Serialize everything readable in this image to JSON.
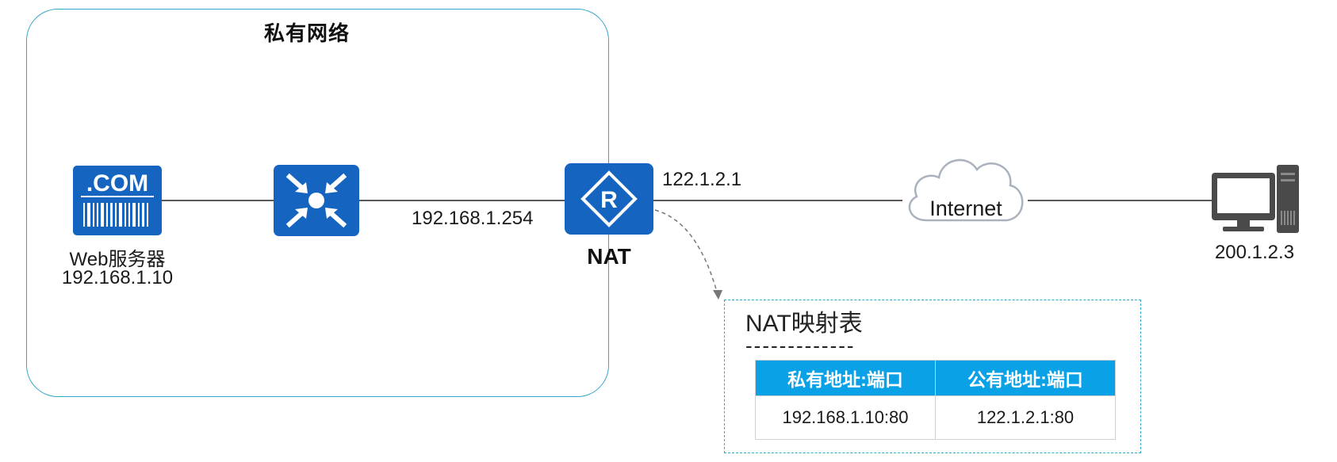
{
  "private_network": {
    "title": "私有网络"
  },
  "web_server": {
    "icon_text": ".COM",
    "name": "Web服务器",
    "ip": "192.168.1.10"
  },
  "nat_router": {
    "icon_text": "R",
    "name": "NAT",
    "inside_ip": "192.168.1.254",
    "outside_ip": "122.1.2.1"
  },
  "internet": {
    "label": "Internet"
  },
  "client": {
    "ip": "200.1.2.3"
  },
  "nat_table": {
    "title": "NAT映射表",
    "rule": "-------------",
    "headers": [
      "私有地址:端口",
      "公有地址:端口"
    ],
    "rows": [
      [
        "192.168.1.10:80",
        "122.1.2.1:80"
      ]
    ]
  },
  "colors": {
    "device_blue": "#1565c0",
    "border_teal": "#35a7c9",
    "header_blue": "#0aa1e6",
    "cloud_gray": "#aab3bd",
    "pc_gray": "#4a4a4a"
  },
  "icons": {
    "web_server": "web-server-icon",
    "switch": "layer3-switch-icon",
    "router": "router-icon",
    "cloud": "cloud-icon",
    "client": "desktop-pc-icon"
  }
}
